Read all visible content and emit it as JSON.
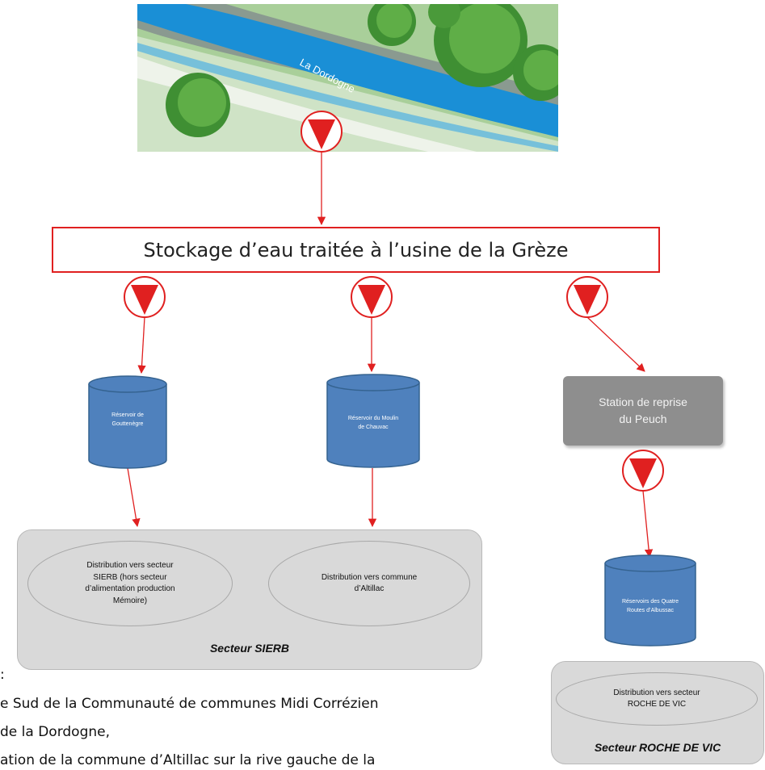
{
  "river": {
    "name": "La Dordogne"
  },
  "storage": {
    "label": "Stockage d’eau traitée à l’usine de la Grèze"
  },
  "reservoirs": [
    {
      "line1": "Réservoir de",
      "line2": "Gouttenègre"
    },
    {
      "line1": "Réservoir du Moulin",
      "line2": "de Chauvac"
    },
    {
      "line1": "Réservoirs des Quatre",
      "line2": "Routes d’Albussac"
    }
  ],
  "station": {
    "line1": "Station de reprise",
    "line2": "du Peuch"
  },
  "sectors": {
    "sierb": {
      "title": "Secteur SIERB",
      "dist1": {
        "line1": "Distribution vers secteur",
        "line2": "SIERB (hors secteur",
        "line3": "d’alimentation production",
        "line4": "Mémoire)"
      },
      "dist2": {
        "line1": "Distribution vers commune",
        "line2": "d’Altillac"
      }
    },
    "roche": {
      "title": "Secteur ROCHE DE VIC",
      "dist": {
        "line1": "Distribution vers secteur",
        "line2": "ROCHE DE VIC"
      }
    }
  },
  "body_text": {
    "line1": ":",
    "line2": "e Sud de la Communauté de communes Midi Corrézien",
    "line3": "de la Dordogne,",
    "line4": "ation de la commune d’Altillac sur la rive gauche de la"
  },
  "colors": {
    "accent": "#e02020",
    "reservoir": "#4f81bd",
    "river": "#1a8fd6"
  }
}
